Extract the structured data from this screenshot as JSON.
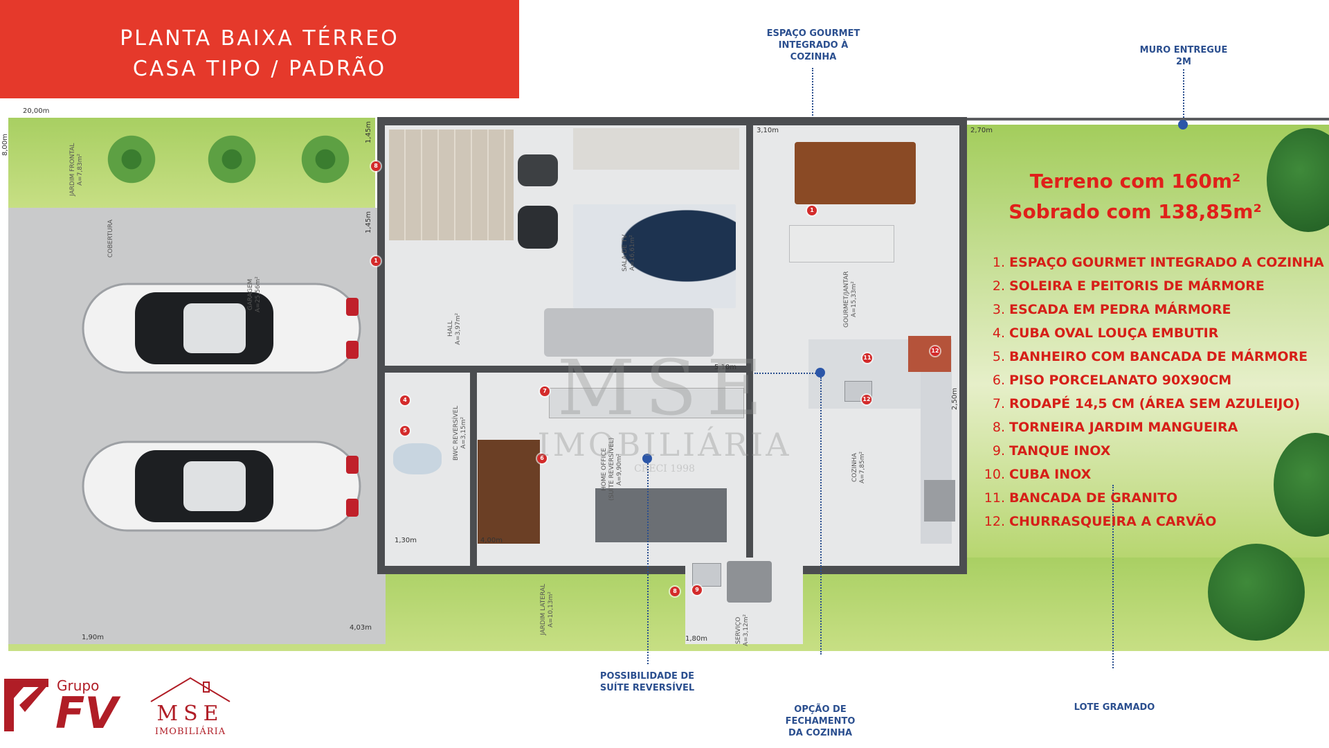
{
  "banner": {
    "line1": "PLANTA BAIXA TÉRREO",
    "line2": "CASA TIPO / PADRÃO"
  },
  "callouts": {
    "espaco_gourmet": [
      "ESPAÇO GOURMET",
      "INTEGRADO À",
      "COZINHA"
    ],
    "muro": [
      "MURO ENTREGUE",
      "2M"
    ],
    "suite": [
      "POSSIBILIDADE DE",
      "SUÍTE REVERSÍVEL"
    ],
    "fechamento": [
      "OPÇÃO DE",
      "FECHAMENTO",
      "DA COZINHA"
    ],
    "lote": "LOTE GRAMADO"
  },
  "summary": {
    "terreno": "Terreno com 160m²",
    "sobrado": "Sobrado com 138,85m²"
  },
  "features": [
    {
      "n": "1.",
      "text": "ESPAÇO GOURMET INTEGRADO A COZINHA"
    },
    {
      "n": "2.",
      "text": "SOLEIRA E PEITORIS DE MÁRMORE"
    },
    {
      "n": "3.",
      "text": "ESCADA EM PEDRA MÁRMORE"
    },
    {
      "n": "4.",
      "text": "CUBA OVAL LOUÇA EMBUTIR"
    },
    {
      "n": "5.",
      "text": "BANHEIRO COM BANCADA DE MÁRMORE"
    },
    {
      "n": "6.",
      "text": "PISO PORCELANATO 90X90CM"
    },
    {
      "n": "7.",
      "text": "RODAPÉ 14,5 CM (ÁREA SEM AZULEIJO)"
    },
    {
      "n": "8.",
      "text": "TORNEIRA JARDIM MANGUEIRA"
    },
    {
      "n": "9.",
      "text": "TANQUE INOX"
    },
    {
      "n": "10.",
      "text": "CUBA INOX"
    },
    {
      "n": "11.",
      "text": "BANCADA DE GRANITO"
    },
    {
      "n": "12.",
      "text": "CHURRASQUEIRA A CARVÃO"
    }
  ],
  "dimensions": {
    "top_width": "20,00m",
    "left_height": "8,00m",
    "d_1_45": "1,45m",
    "d_1_45b": "1,45m",
    "d_3_10": "3,10m",
    "d_2_70": "2,70m",
    "d_5_10": "5,10m",
    "d_2_50": "2,50m",
    "d_1_30": "1,30m",
    "d_4_00": "4,00m",
    "d_1_90": "1,90m",
    "d_1_80": "1,80m",
    "d_4_03": "4,03m"
  },
  "rooms": {
    "jardim_frontal": [
      "JARDIM FRONTAL",
      "A=7,83m²"
    ],
    "garagem": [
      "GARAGEM",
      "A=25,56m²"
    ],
    "hall": [
      "HALL",
      "A=3,97m²"
    ],
    "sala_tv": [
      "SALA DE TV",
      "A=16,61m²"
    ],
    "gourmet": [
      "GOURMET/JANTAR",
      "A=15,33m²"
    ],
    "banheiro": [
      "BWC REVERSÍVEL",
      "A=3,15m²"
    ],
    "home_office": [
      "HOME OFFICE",
      "(SUÍTE REVERSÍVEL)",
      "A=9,90m²"
    ],
    "cozinha": [
      "COZINHA",
      "A=7,85m²"
    ],
    "jardim_lateral": [
      "JARDIM LATERAL",
      "A=10,13m²"
    ],
    "servico": [
      "SERVIÇO",
      "A=3,12m²"
    ],
    "cobertura": "COBERTURA"
  },
  "plan_markers": [
    "8",
    "1",
    "4",
    "5",
    "6",
    "7",
    "11",
    "12",
    "9",
    "8",
    "1",
    "12"
  ],
  "watermark": {
    "name": "MSE",
    "sub": "IMOBILIÁRIA",
    "creci": "CRECI 1998"
  },
  "logos": {
    "fv_group": "Grupo",
    "fv": "FV",
    "mse": "MSE",
    "mse_sub": "IMOBILIÁRIA"
  },
  "colors": {
    "banner": "#e5392b",
    "feature_red": "#d61f18",
    "callout_blue": "#2b4f8f",
    "lawn": "#a8cf62"
  }
}
